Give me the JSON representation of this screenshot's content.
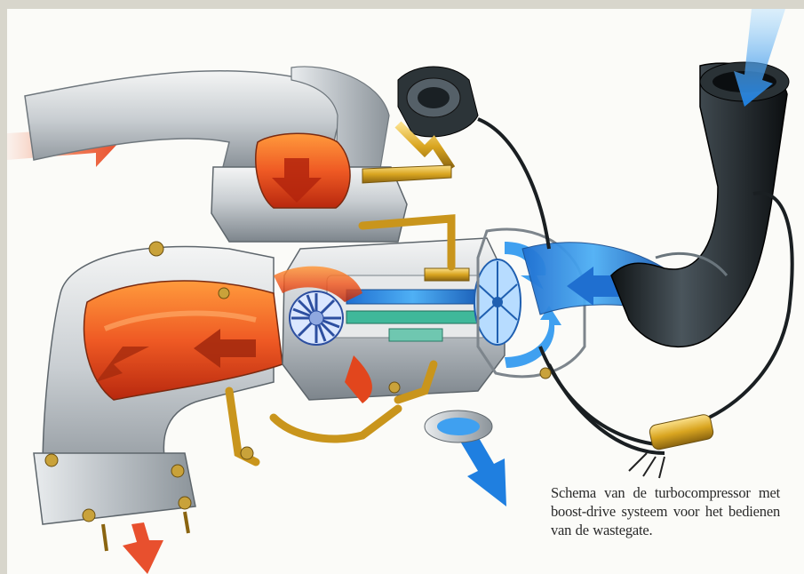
{
  "caption": {
    "text": "Schema van de turbocompressor met boost-drive systeem voor het bedienen van de wastegate."
  },
  "icons": {
    "hot_flow_arrow": "red-arrow",
    "cold_flow_arrow": "blue-arrow",
    "turbine_wheel": "turbine-wheel",
    "compressor_wheel": "compressor-wheel",
    "wastegate_actuator": "wastegate-actuator"
  },
  "colors": {
    "exhaust_flow": "#e84a2a",
    "intake_flow": "#2f8fe0",
    "metal_casing": "#cfd3d6",
    "oil_lines": "#d9a520",
    "intake_hose": "#1c2226",
    "page_background": "#fbfbf8"
  }
}
